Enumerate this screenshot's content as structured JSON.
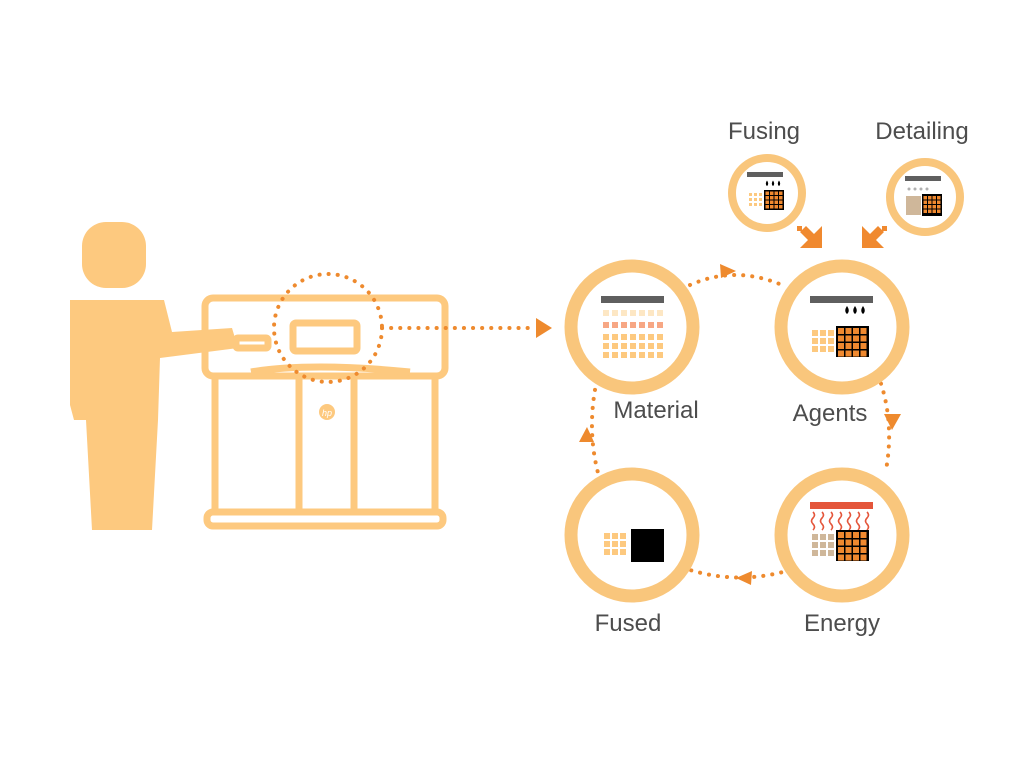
{
  "labels": {
    "material": "Material",
    "agents": "Agents",
    "energy": "Energy",
    "fused": "Fused",
    "fusing": "Fusing",
    "detailing": "Detailing"
  },
  "icons": {
    "person": "person-icon",
    "printer": "printer-icon",
    "brand": "hp-logo-icon"
  },
  "colors": {
    "light_orange": "#fdc97f",
    "ring": "#f9c67c",
    "dark_orange": "#f0892f",
    "dot": "#ee8a2e",
    "bar": "#5f5f5f",
    "heat": "#e4553a",
    "black": "#000000",
    "label": "#4d4d4d"
  }
}
